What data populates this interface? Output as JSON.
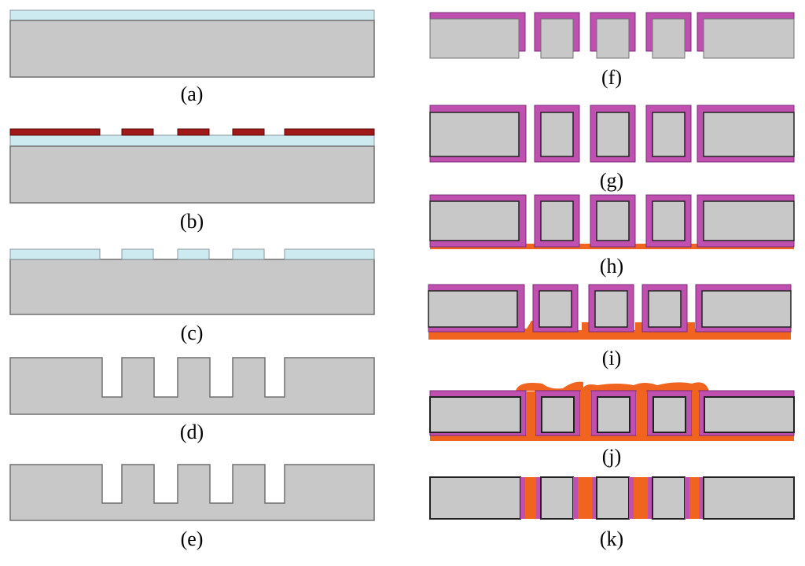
{
  "figure": {
    "captions": [
      "(a)",
      "(b)",
      "(c)",
      "(d)",
      "(e)",
      "(f)",
      "(g)",
      "(h)",
      "(i)",
      "(j)",
      "(k)"
    ]
  },
  "colors": {
    "substrate": "#c8c8c8",
    "substrate_edge": "#707070",
    "oxide_layer": "#cdeaf0",
    "resist": "#a01818",
    "liner": "#c050b0",
    "liner_edge": "#7a2a78",
    "fill_metal": "#f06420",
    "inner_edge": "#222222"
  }
}
